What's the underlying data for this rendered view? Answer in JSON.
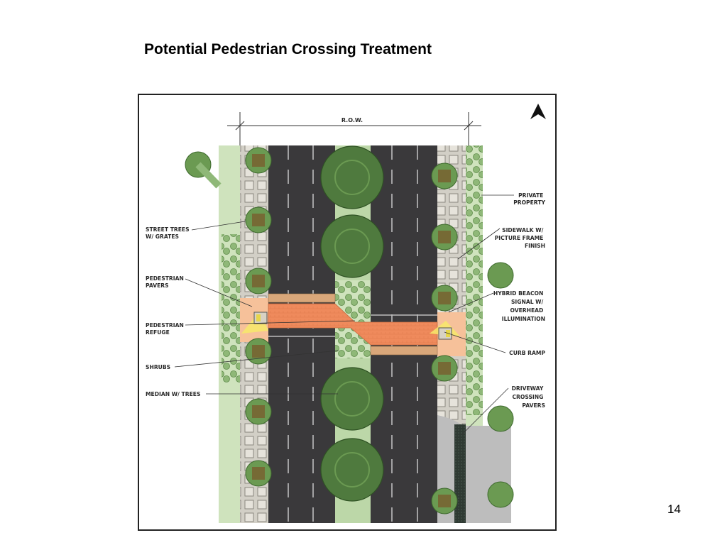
{
  "slide": {
    "title": "Potential Pedestrian Crossing Treatment",
    "page_number": "14"
  },
  "diagram": {
    "row_label": "R.O.W.",
    "labels_left": {
      "street_trees": [
        "STREET TREES",
        "W/ GRATES"
      ],
      "pedestrian_pavers": [
        "PEDESTRIAN",
        "PAVERS"
      ],
      "pedestrian_refuge": [
        "PEDESTRIAN",
        "REFUGE"
      ],
      "shrubs": [
        "SHRUBS"
      ],
      "median_trees": [
        "MEDIAN W/ TREES"
      ]
    },
    "labels_right": {
      "private_property": [
        "PRIVATE",
        "PROPERTY"
      ],
      "sidewalk": [
        "SIDEWALK W/",
        "PICTURE FRAME",
        "FINISH"
      ],
      "hybrid_beacon": [
        "HYBRID BEACON",
        "SIGNAL W/",
        "OVERHEAD",
        "ILLUMINATION"
      ],
      "curb_ramp": [
        "CURB RAMP"
      ],
      "driveway_pavers": [
        "DRIVEWAY",
        "CROSSING",
        "PAVERS"
      ]
    },
    "colors": {
      "asphalt": "#3a393b",
      "lane_marking": "#e8e8e8",
      "landscape_strip": "#cfe3bd",
      "tree_dark": "#4f7a3e",
      "tree_mid": "#6b9a52",
      "median": "#bcd7a8",
      "sidewalk": "#c9c6bd",
      "paver_orange": "#ef8a5c",
      "paver_light": "#f6c19a",
      "paver_band": "#d9a77a",
      "grate_brown": "#7a5a2c",
      "driveway_gray": "#bdbdbd",
      "beacon_yellow": "#f7e96a"
    },
    "icons": {
      "north_arrow": "north-arrow-icon"
    }
  }
}
